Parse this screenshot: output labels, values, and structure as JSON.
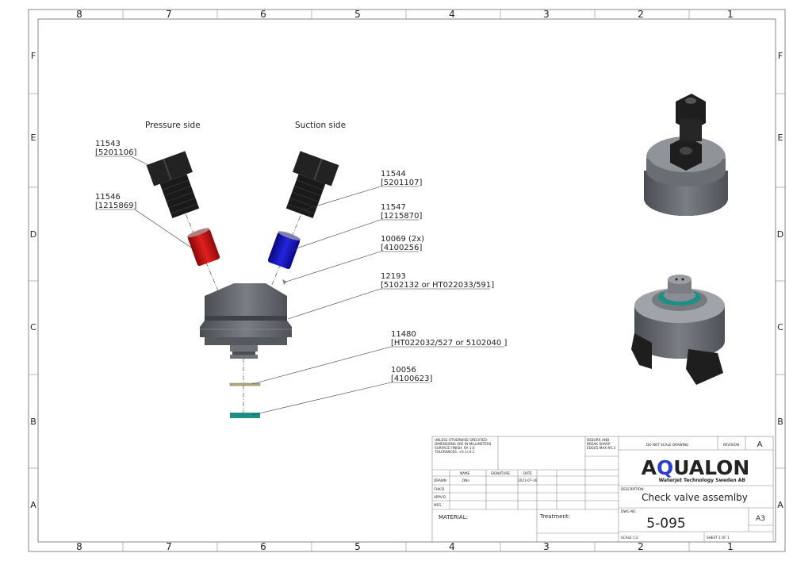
{
  "sheet": {
    "columns": [
      "8",
      "7",
      "6",
      "5",
      "4",
      "3",
      "2",
      "1"
    ],
    "rows": [
      "F",
      "E",
      "D",
      "C",
      "B",
      "A"
    ]
  },
  "views": {
    "pressure_side_label": "Pressure side",
    "suction_side_label": "Suction side"
  },
  "callouts": [
    {
      "part": "11543",
      "ref": "[5201106]"
    },
    {
      "part": "11546",
      "ref": "[1215869]"
    },
    {
      "part": "11544",
      "ref": "[5201107]"
    },
    {
      "part": "11547",
      "ref": "[1215870]"
    },
    {
      "part": "10069 (2x)",
      "ref": "[4100256]"
    },
    {
      "part": "12193",
      "ref": "[5102132 or HT022033/591]"
    },
    {
      "part": "11480",
      "ref": "[HT022032/527 or 5102040 ]"
    },
    {
      "part": "10056",
      "ref": "[4100623]"
    }
  ],
  "part_colors": {
    "fitting": "#1e1e1e",
    "pressure_seat": "#c01010",
    "suction_seat": "#1010b8",
    "body": "#62666b",
    "seal": "#1f8f86"
  },
  "title_block": {
    "notes": [
      "UNLESS OTHERWISE SPECIFIED:",
      "DIMENSIONS ARE IN MILLIMETERS",
      "SURFACE FINISH: RA 1.6",
      "TOLERANCES: +0.1/-0.1"
    ],
    "deburr": [
      "DEBURR AND",
      "BREAK SHARP",
      "EDGES MAX R0.3"
    ],
    "do_not_scale": "DO NOT SCALE DRAWING",
    "revision_label": "REVISION",
    "revision": "A",
    "headers": {
      "name": "NAME",
      "signature": "SIGNATURE",
      "date": "DATE"
    },
    "row_labels": [
      "DRAWN",
      "CHK'D",
      "APPV'D",
      "MFG"
    ],
    "drawn_name": "DNn",
    "drawn_date": "2021-07-16",
    "company_logo": "AQUALON",
    "company_sub": "Waterjet Technology Sweden AB",
    "description_label": "DESCRIPTION:",
    "description": "Check valve assemlby",
    "dwg_no_label": "DWG NO.",
    "dwg_no": "5-095",
    "size": "A3",
    "scale": "SCALE:1:2",
    "sheet": "SHEET 1 OF 1",
    "material_label": "MATERIAL:",
    "treatment_label": "Treatment:"
  }
}
